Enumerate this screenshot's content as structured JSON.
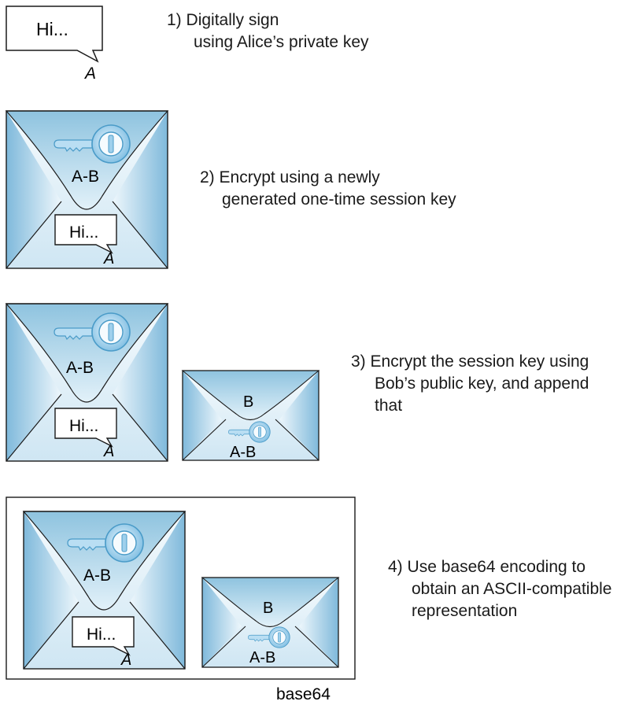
{
  "message": {
    "text": "Hi...",
    "signer": "A"
  },
  "envelope_labels": {
    "session_key": "A-B",
    "public_key": "B"
  },
  "steps": [
    {
      "number": "1)",
      "line1": "Digitally sign",
      "line2": "using Alice’s private key"
    },
    {
      "number": "2)",
      "line1": "Encrypt using a newly",
      "line2": "generated one-time session key"
    },
    {
      "number": "3)",
      "line1": "Encrypt the session key using",
      "line2": "Bob’s public key, and append",
      "line3": "that"
    },
    {
      "number": "4)",
      "line1": "Use base64 encoding to",
      "line2": "obtain an ASCII-compatible",
      "line3": "representation"
    }
  ],
  "encoding_label": "base64",
  "colors": {
    "envelope_edge": "#8ec3df",
    "envelope_light": "#eef7fc",
    "key_fill": "#9fd0ec",
    "key_stroke": "#4a9bc8",
    "outline": "#1a1a1a"
  }
}
